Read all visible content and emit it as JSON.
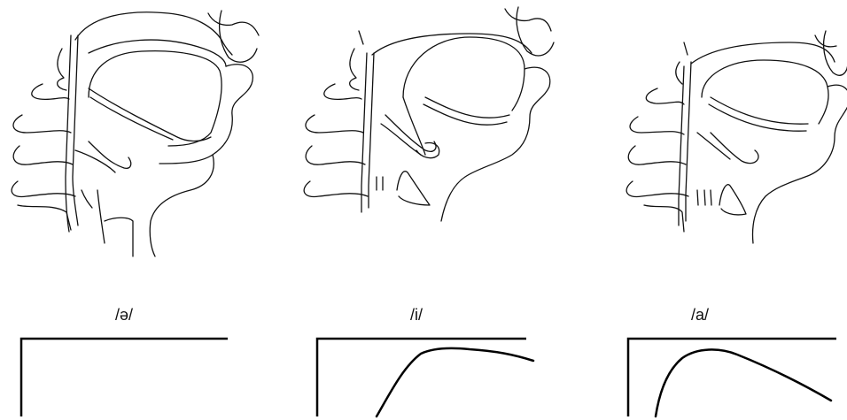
{
  "panels": [
    {
      "vowel_label": "/ə/"
    },
    {
      "vowel_label": "/i/"
    },
    {
      "vowel_label": "/a/"
    }
  ]
}
